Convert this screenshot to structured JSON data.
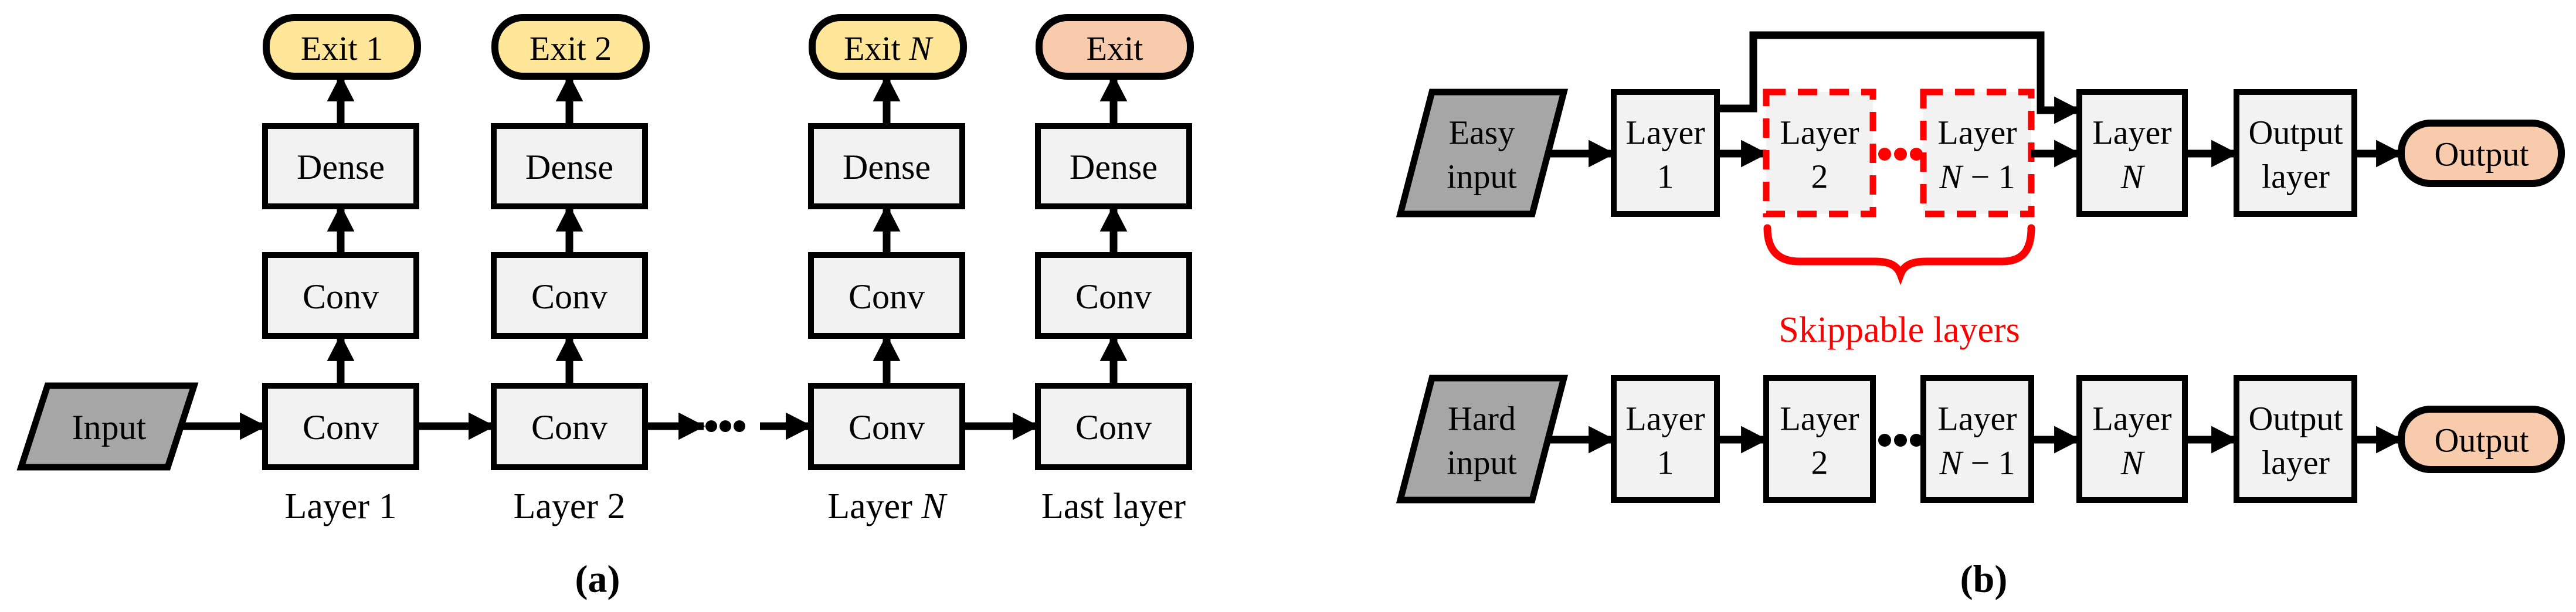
{
  "colors": {
    "layer_box_fill": "#F2F2F2",
    "input_parallelogram_fill": "#A6A6A6",
    "early_exit_fill": "#FFE699",
    "final_exit_fill": "#F8CBAD",
    "skippable_red": "#FF0000",
    "line_color": "#000000",
    "background": "#FFFFFF"
  },
  "a": {
    "caption": "(a)",
    "input_label": "Input",
    "columns": [
      {
        "conv_bottom": "Conv",
        "conv_mid": "Conv",
        "dense": "Dense",
        "exit": "Exit 1",
        "exit_var": "",
        "label": "Layer 1",
        "label_var": ""
      },
      {
        "conv_bottom": "Conv",
        "conv_mid": "Conv",
        "dense": "Dense",
        "exit": "Exit 2",
        "exit_var": "",
        "label": "Layer 2",
        "label_var": ""
      },
      {
        "conv_bottom": "Conv",
        "conv_mid": "Conv",
        "dense": "Dense",
        "exit": "Exit",
        "exit_var": " N",
        "label": "Layer",
        "label_var": " N"
      },
      {
        "conv_bottom": "Conv",
        "conv_mid": "Conv",
        "dense": "Dense",
        "exit": "Exit",
        "exit_var": "",
        "label": "Last layer",
        "label_var": ""
      }
    ]
  },
  "b": {
    "caption": "(b)",
    "skippable_label": "Skippable layers",
    "rows": [
      {
        "input_line1": "Easy",
        "input_line2": "input",
        "output": "Output",
        "boxes": [
          {
            "line1": "Layer",
            "line2": "1",
            "line2_var": "",
            "line2_rest": ""
          },
          {
            "line1": "Layer",
            "line2": "2",
            "line2_var": "",
            "line2_rest": ""
          },
          {
            "line1": "Layer",
            "line2": "",
            "line2_var": "N",
            "line2_rest": " − 1"
          },
          {
            "line1": "Layer",
            "line2": "",
            "line2_var": "N",
            "line2_rest": ""
          },
          {
            "line1": "Output",
            "line2": "layer",
            "line2_var": "",
            "line2_rest": ""
          }
        ]
      },
      {
        "input_line1": "Hard",
        "input_line2": "input",
        "output": "Output",
        "boxes": [
          {
            "line1": "Layer",
            "line2": "1",
            "line2_var": "",
            "line2_rest": ""
          },
          {
            "line1": "Layer",
            "line2": "2",
            "line2_var": "",
            "line2_rest": ""
          },
          {
            "line1": "Layer",
            "line2": "",
            "line2_var": "N",
            "line2_rest": " − 1"
          },
          {
            "line1": "Layer",
            "line2": "",
            "line2_var": "N",
            "line2_rest": ""
          },
          {
            "line1": "Output",
            "line2": "layer",
            "line2_var": "",
            "line2_rest": ""
          }
        ]
      }
    ]
  }
}
